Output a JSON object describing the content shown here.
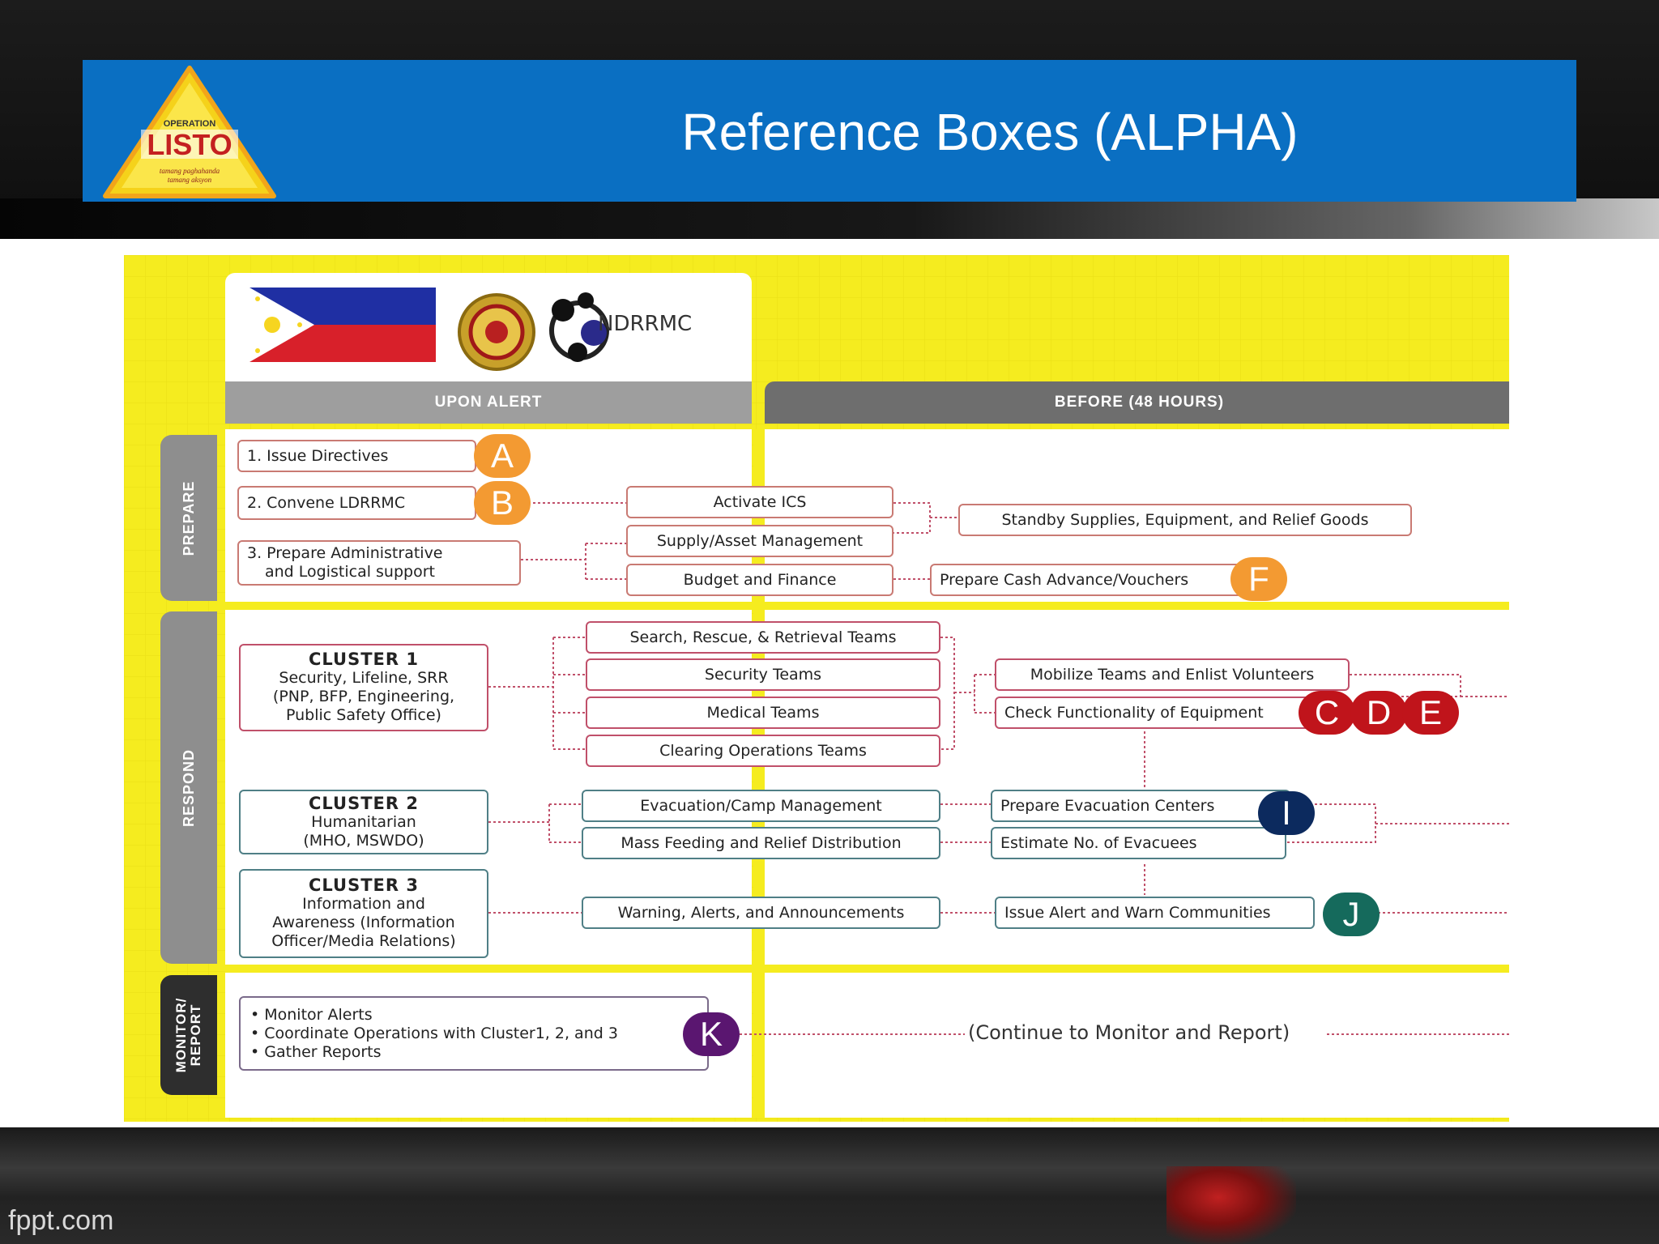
{
  "slide": {
    "title": "Reference Boxes (ALPHA)",
    "footer": "fppt.com"
  },
  "logo": {
    "top_text": "OPERATION",
    "main_text": "LISTO",
    "tagline_1": "tamang paghahanda",
    "tagline_2": "tamang aksyon"
  },
  "diagram": {
    "ndrrmc_label": "NDRRMC",
    "headers": {
      "upon_alert": "UPON ALERT",
      "before": "BEFORE (48 HOURS)"
    },
    "bands": {
      "prepare": "PREPARE",
      "respond": "RESPOND",
      "monitor_1": "MONITOR/",
      "monitor_2": "REPORT"
    },
    "prepare": {
      "issue_directives": "1. Issue Directives",
      "convene": "2. Convene LDRRMC",
      "prepare_admin_1": "3. Prepare Administrative",
      "prepare_admin_2": "and Logistical support",
      "activate_ics": "Activate ICS",
      "supply_asset": "Supply/Asset Management",
      "budget_finance": "Budget and Finance",
      "standby_supplies": "Standby Supplies, Equipment, and Relief Goods",
      "cash_advance": "Prepare Cash Advance/Vouchers"
    },
    "cluster1": {
      "title": "CLUSTER 1",
      "line1": "Security, Lifeline, SRR",
      "line2": "(PNP, BFP, Engineering,",
      "line3": "Public Safety Office)",
      "teams": [
        "Search, Rescue, & Retrieval Teams",
        "Security Teams",
        "Medical Teams",
        "Clearing Operations Teams"
      ],
      "mobilize": "Mobilize Teams and Enlist Volunteers",
      "check_equipment": "Check Functionality of Equipment"
    },
    "cluster2": {
      "title": "CLUSTER 2",
      "line1": "Humanitarian",
      "line2": "(MHO, MSWDO)",
      "evac_camp": "Evacuation/Camp Management",
      "mass_feeding": "Mass Feeding and Relief Distribution",
      "prepare_evac": "Prepare Evacuation Centers",
      "estimate_evacuees": "Estimate No. of Evacuees"
    },
    "cluster3": {
      "title": "CLUSTER 3",
      "line1": "Information and",
      "line2": "Awareness (Information",
      "line3": "Officer/Media Relations)",
      "warning": "Warning, Alerts, and Announcements",
      "issue_alert": "Issue Alert and Warn Communities"
    },
    "monitor": {
      "item1": "• Monitor Alerts",
      "item2": "• Coordinate Operations with Cluster1, 2, and 3",
      "item3": "• Gather Reports",
      "continue": "(Continue to Monitor and Report)"
    }
  },
  "badges": {
    "A": "A",
    "B": "B",
    "C": "C",
    "D": "D",
    "E": "E",
    "F": "F",
    "I": "I",
    "J": "J",
    "K": "K"
  },
  "colors": {
    "title_bar": "#0a6fc2",
    "panel_yellow": "#f5ec1f",
    "badge_orange": "#f39a32",
    "badge_red": "#c0141b",
    "badge_navy": "#0c2a5e",
    "badge_teal": "#156a5c",
    "badge_purple": "#5a1670"
  }
}
